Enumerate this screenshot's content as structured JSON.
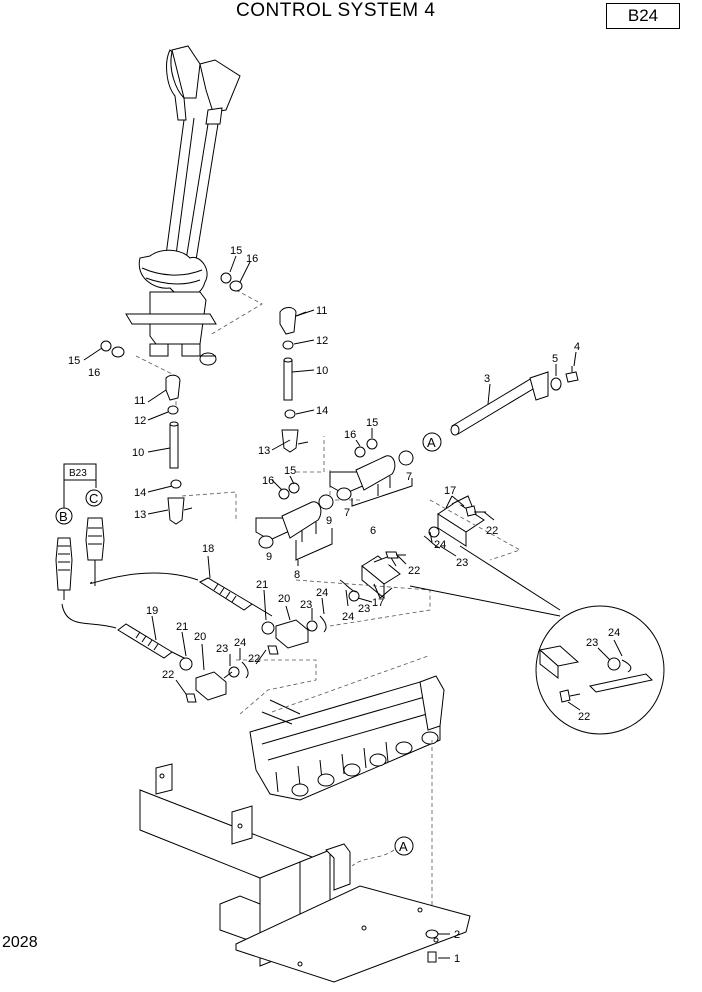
{
  "header": {
    "title": "CONTROL SYSTEM 4",
    "page_code": "B24"
  },
  "footer": {
    "drawing_number": "2028"
  },
  "callouts": {
    "c1": "1",
    "c2": "2",
    "c3": "3",
    "c4": "4",
    "c5": "5",
    "c6": "6",
    "c7a": "7",
    "c7b": "7",
    "c8": "8",
    "c9a": "9",
    "c9b": "9",
    "c10a": "10",
    "c10b": "10",
    "c11a": "11",
    "c11b": "11",
    "c12a": "12",
    "c12b": "12",
    "c13a": "13",
    "c13b": "13",
    "c14a": "14",
    "c14b": "14",
    "c15a": "15",
    "c15b": "15",
    "c15c": "15",
    "c15d": "15",
    "c16a": "16",
    "c16b": "16",
    "c16c": "16",
    "c16d": "16",
    "c17a": "17",
    "c17b": "17",
    "c18": "18",
    "c19": "19",
    "c20a": "20",
    "c20b": "20",
    "c21a": "21",
    "c21b": "21",
    "c22a": "22",
    "c22b": "22",
    "c22c": "22",
    "c22d": "22",
    "c22e": "22",
    "c23a": "23",
    "c23b": "23",
    "c23c": "23",
    "c23d": "23",
    "c23e": "23",
    "c24a": "24",
    "c24b": "24",
    "c24c": "24",
    "c24d": "24",
    "c24e": "24"
  },
  "circle_refs": {
    "a_top": "A",
    "a_bottom": "A",
    "b": "B",
    "c": "C"
  },
  "cross_ref": {
    "page": "B23"
  }
}
